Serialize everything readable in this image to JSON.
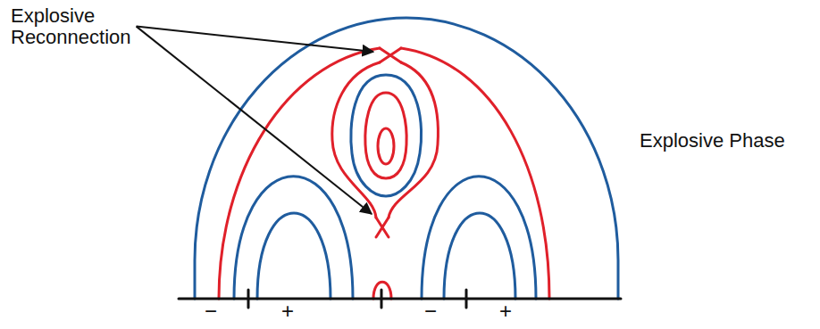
{
  "diagram": {
    "labels": [
      "Explosive Reconnection",
      "Explosive Phase",
      "−",
      "+",
      "−",
      "+"
    ]
  }
}
